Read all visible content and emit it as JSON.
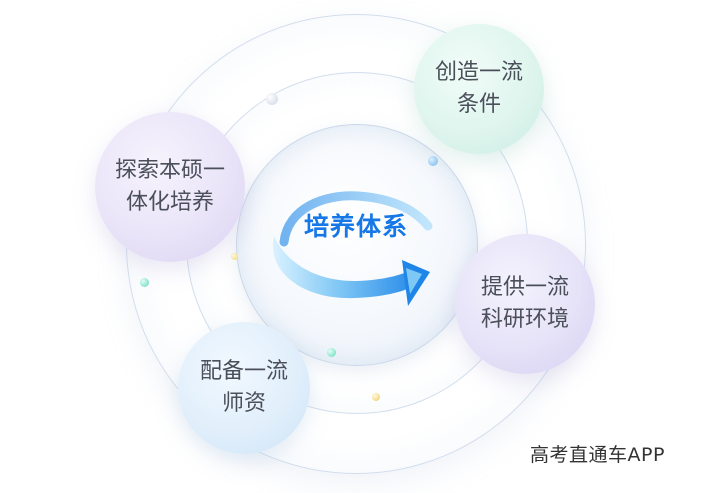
{
  "diagram": {
    "center": {
      "label": "培养体系"
    },
    "nodes": [
      {
        "id": "top",
        "lines": [
          "创造一流",
          "条件"
        ]
      },
      {
        "id": "left",
        "lines": [
          "探索本硕一",
          "体化培养"
        ]
      },
      {
        "id": "right",
        "lines": [
          "提供一流",
          "科研环境"
        ]
      },
      {
        "id": "bottom",
        "lines": [
          "配备一流",
          "师资"
        ]
      }
    ]
  },
  "watermark": "高考直通车APP",
  "colors": {
    "center_text": "#1677e6",
    "node_text": "#4a4f5a",
    "arrow_light": "#bfe6ff",
    "arrow_dark": "#1f86e8"
  }
}
